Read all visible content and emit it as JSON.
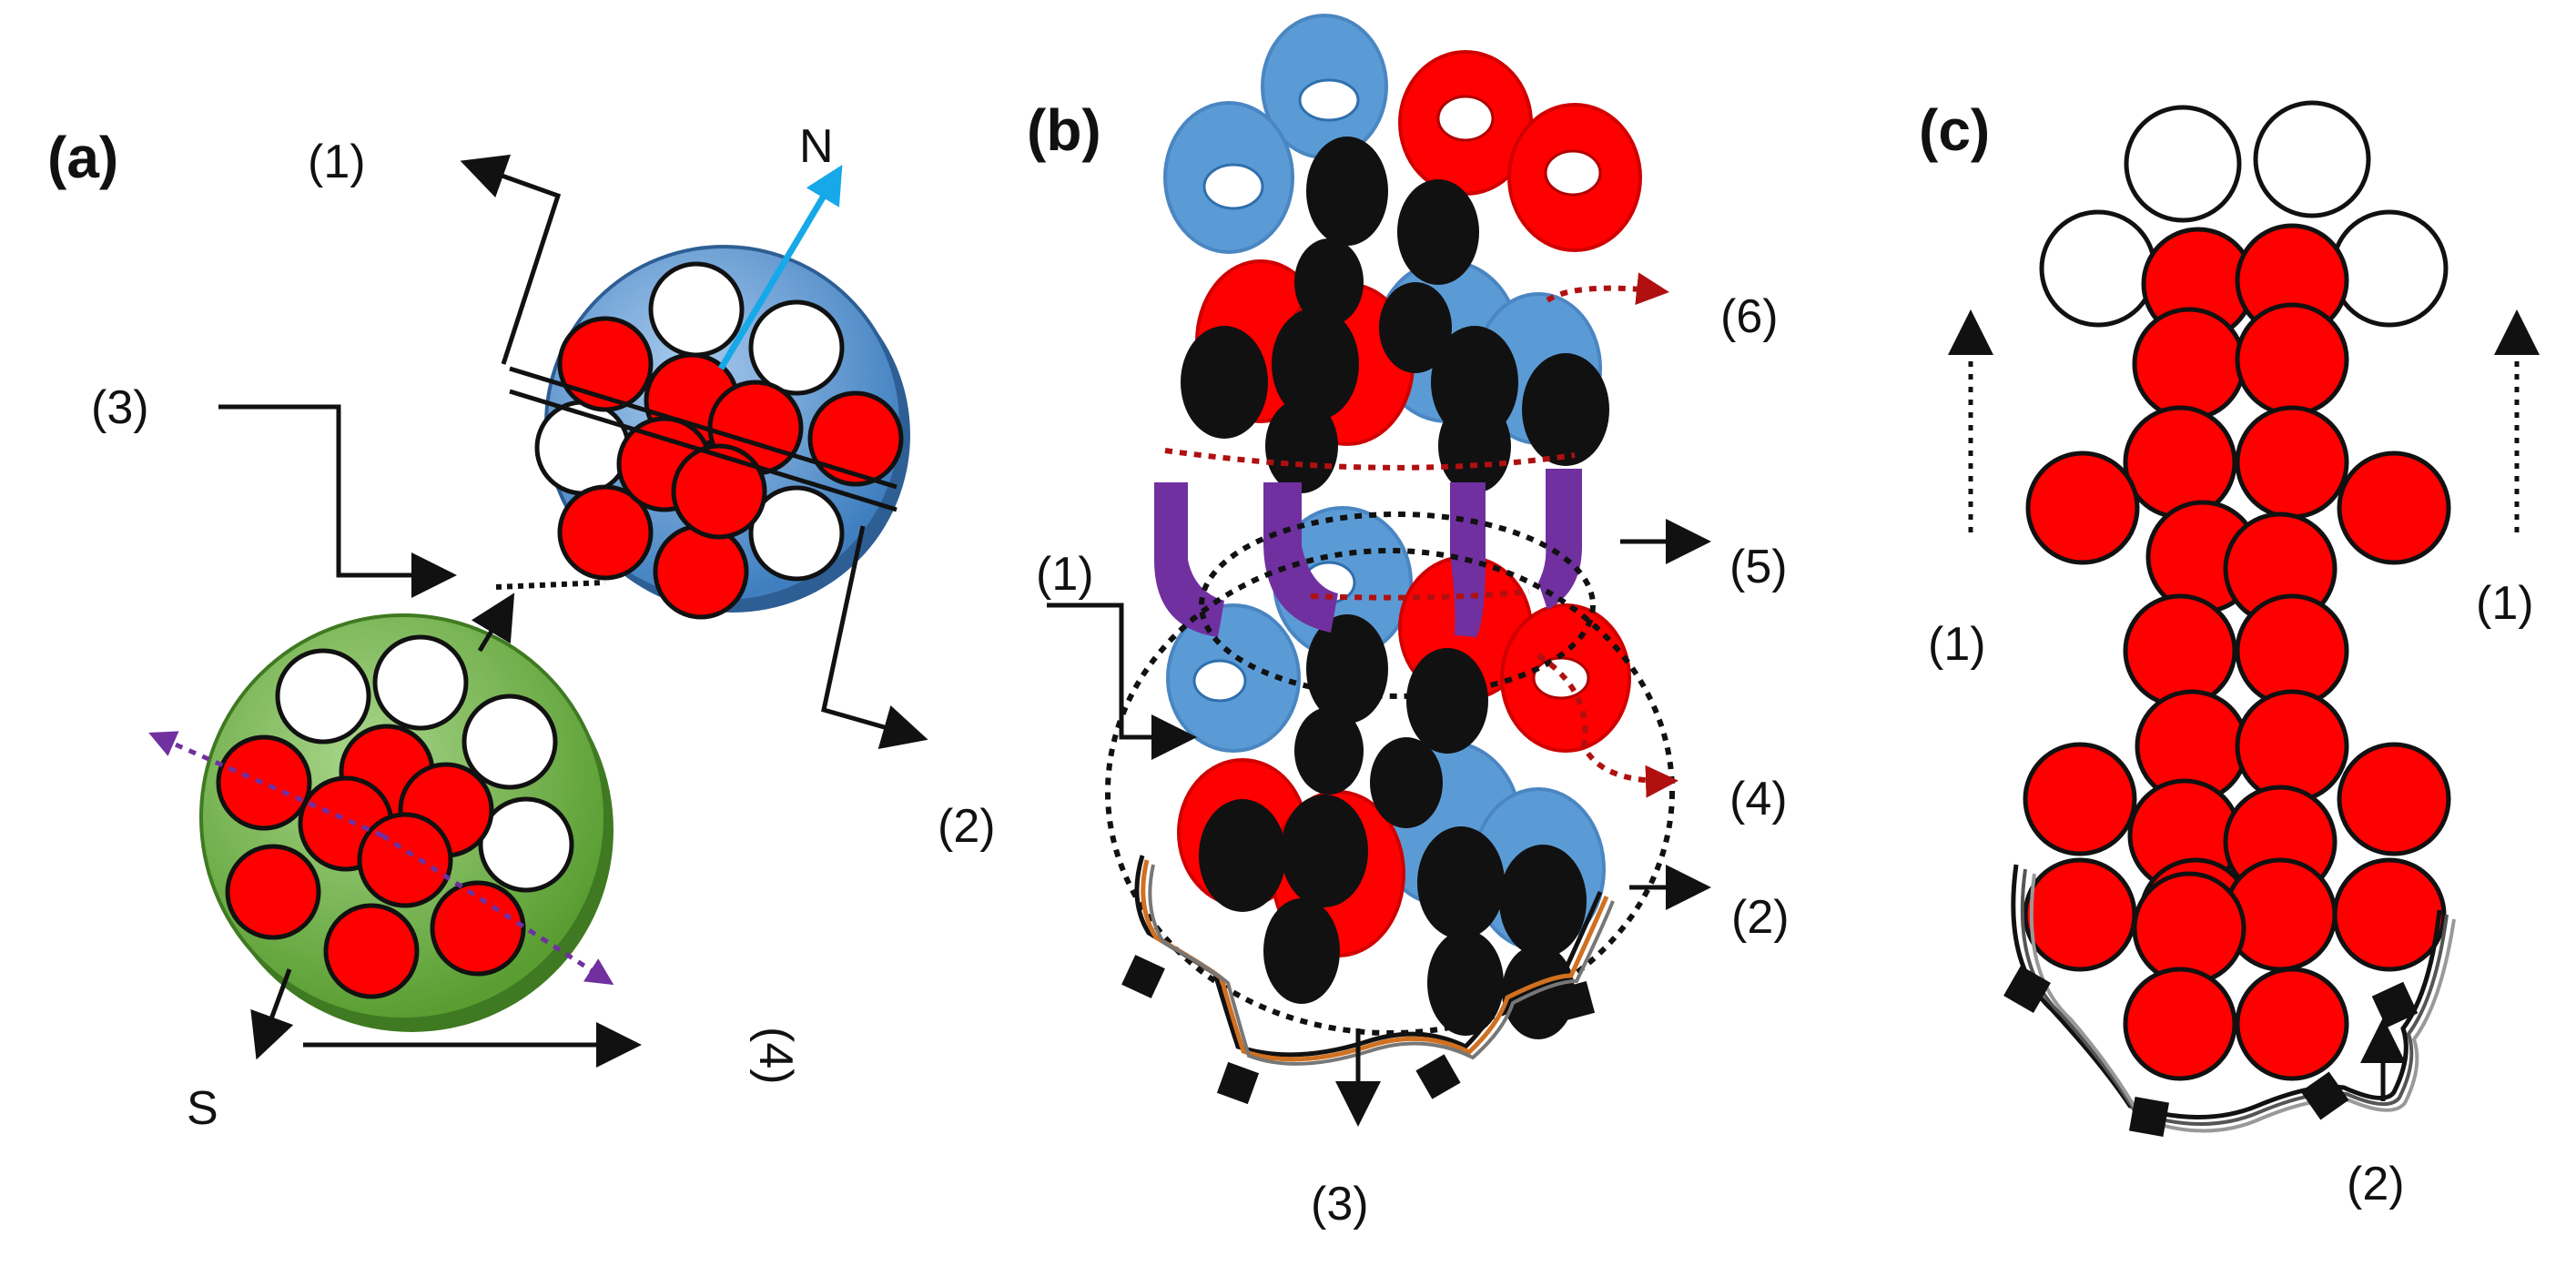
{
  "panels": {
    "a": {
      "label": "(a)",
      "callouts": [
        "(1)",
        "(2)",
        "(3)",
        "(4)"
      ],
      "pole_north": "N",
      "pole_south": "S"
    },
    "b": {
      "label": "(b)",
      "callouts": [
        "(1)",
        "(2)",
        "(3)",
        "(4)",
        "(5)",
        "(6)"
      ]
    },
    "c": {
      "label": "(c)",
      "callouts": [
        "(1)",
        "(1)",
        "(2)"
      ]
    }
  },
  "colors": {
    "red_particle": "#ff0000",
    "white_particle": "#ffffff",
    "blue_disc": "#6a9fd4",
    "green_disc": "#7ab648",
    "blue_protein": "#5b9bd5",
    "red_protein": "#ff0000",
    "black_protein": "#111111",
    "purple_linker": "#7030a0",
    "cyan_arrow": "#16a8e8",
    "dark_red_arrow": "#b01010",
    "orange_membrane": "#d07020"
  }
}
